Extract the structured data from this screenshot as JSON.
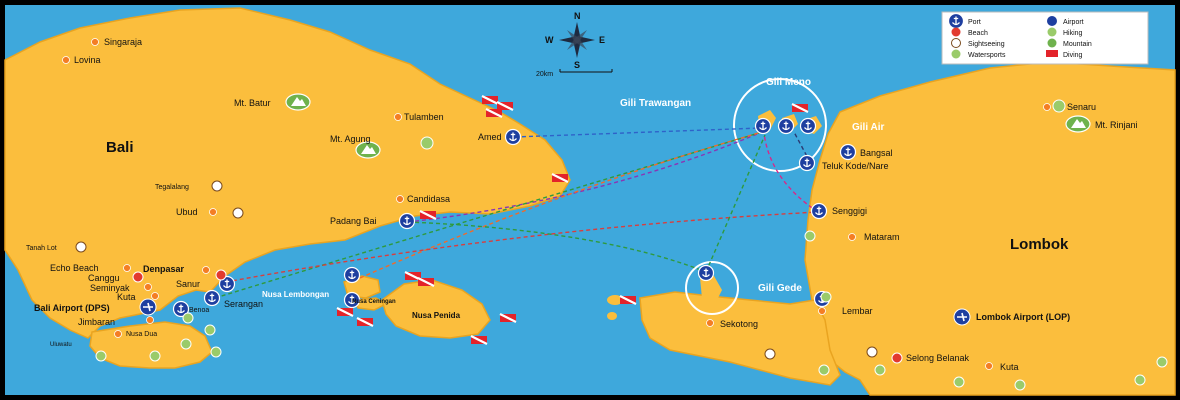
{
  "colors": {
    "sea": "#3ea8dc",
    "land": "#fbbe3d",
    "land_edge": "#e9a420",
    "port": "#1e3fa0",
    "beach": "#e23a2f",
    "sightseeing": "#7a4a1c",
    "watersports": "#9acb6a",
    "hiking": "#9acb6a",
    "mountain": "#6fb24d",
    "diving": "#e3232a",
    "route_green": "#2e9a3e",
    "route_blue": "#2f62c9",
    "route_orange": "#f06a2a",
    "route_purple": "#8a35b5",
    "route_magenta": "#d6298b",
    "route_red": "#d83e3e",
    "route_navy": "#2a3a73"
  },
  "compass": {
    "n": "N",
    "s": "S",
    "e": "E",
    "w": "W",
    "scale": "20km"
  },
  "legend": {
    "items": [
      {
        "label": "Port",
        "icon": "anchor-icon"
      },
      {
        "label": "Airport",
        "icon": "plane-icon"
      },
      {
        "label": "Beach",
        "icon": "beach-icon"
      },
      {
        "label": "Hiking",
        "icon": "hiking-icon"
      },
      {
        "label": "Sightseeing",
        "icon": "camera-icon"
      },
      {
        "label": "Mountain",
        "icon": "mountain-icon"
      },
      {
        "label": "Watersports",
        "icon": "watersports-icon"
      },
      {
        "label": "Diving",
        "icon": "dive-flag-icon"
      }
    ]
  },
  "islands": {
    "bali": "Bali",
    "lombok": "Lombok",
    "nusa_penida": "Nusa Penida",
    "nusa_lembongan": "Nusa Lembongan",
    "nusa_ceningan": "Nusa Ceningan",
    "gili_trawangan": "Gili Trawangan",
    "gili_meno": "Gili Meno",
    "gili_air": "Gili Air",
    "gili_gede": "Gili Gede"
  },
  "places": {
    "singaraja": "Singaraja",
    "lovina": "Lovina",
    "mt_batur": "Mt. Batur",
    "tulamben": "Tulamben",
    "mt_agung": "Mt. Agung",
    "amed": "Amed",
    "tegalalang": "Tegalalang",
    "candidasa": "Candidasa",
    "ubud": "Ubud",
    "padang_bai": "Padang Bai",
    "tanah_lot": "Tanah Lot",
    "echo_beach": "Echo Beach",
    "denpasar": "Denpasar",
    "canggu": "Canggu",
    "sanur": "Sanur",
    "seminyak": "Seminyak",
    "kuta_bali": "Kuta",
    "serangan": "Serangan",
    "bali_airport": "Bali Airport (DPS)",
    "benoa": "Benoa",
    "jimbaran": "Jimbaran",
    "nusa_dua": "Nusa Dua",
    "uluwatu": "Uluwatu",
    "senaru": "Senaru",
    "mt_rinjani": "Mt. Rinjani",
    "bangsal": "Bangsal",
    "teluk_kode": "Teluk Kode/Nare",
    "senggigi": "Senggigi",
    "mataram": "Mataram",
    "lembar": "Lembar",
    "sekotong": "Sekotong",
    "lombok_airport": "Lombok Airport (LOP)",
    "selong_belanak": "Selong Belanak",
    "kuta_lombok": "Kuta"
  }
}
